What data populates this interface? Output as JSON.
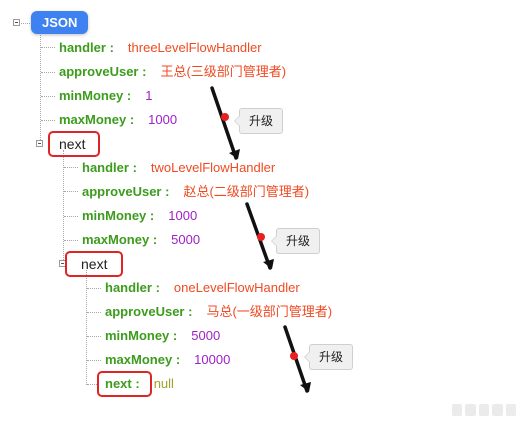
{
  "root": {
    "label": "JSON"
  },
  "level1": {
    "handler": {
      "key": "handler",
      "value": "threeLevelFlowHandler"
    },
    "approveUser": {
      "key": "approveUser",
      "value": "王总(三级部门管理者)"
    },
    "minMoney": {
      "key": "minMoney",
      "value": "1"
    },
    "maxMoney": {
      "key": "maxMoney",
      "value": "1000"
    },
    "next_label": "next"
  },
  "level2": {
    "handler": {
      "key": "handler",
      "value": "twoLevelFlowHandler"
    },
    "approveUser": {
      "key": "approveUser",
      "value": "赵总(二级部门管理者)"
    },
    "minMoney": {
      "key": "minMoney",
      "value": "1000"
    },
    "maxMoney": {
      "key": "maxMoney",
      "value": "5000"
    },
    "next_label": "next"
  },
  "level3": {
    "handler": {
      "key": "handler",
      "value": "oneLevelFlowHandler"
    },
    "approveUser": {
      "key": "approveUser",
      "value": "马总(一级部门管理者)"
    },
    "minMoney": {
      "key": "minMoney",
      "value": "5000"
    },
    "maxMoney": {
      "key": "maxMoney",
      "value": "10000"
    },
    "next": {
      "key": "next",
      "value": "null"
    }
  },
  "annotations": {
    "upgrade_label": "升级"
  },
  "colors": {
    "key": "#3c9c1c",
    "string": "#f04a22",
    "number": "#a020c8",
    "null": "#a1a12a",
    "root_badge": "#3d82f0",
    "highlight": "#e02424"
  }
}
